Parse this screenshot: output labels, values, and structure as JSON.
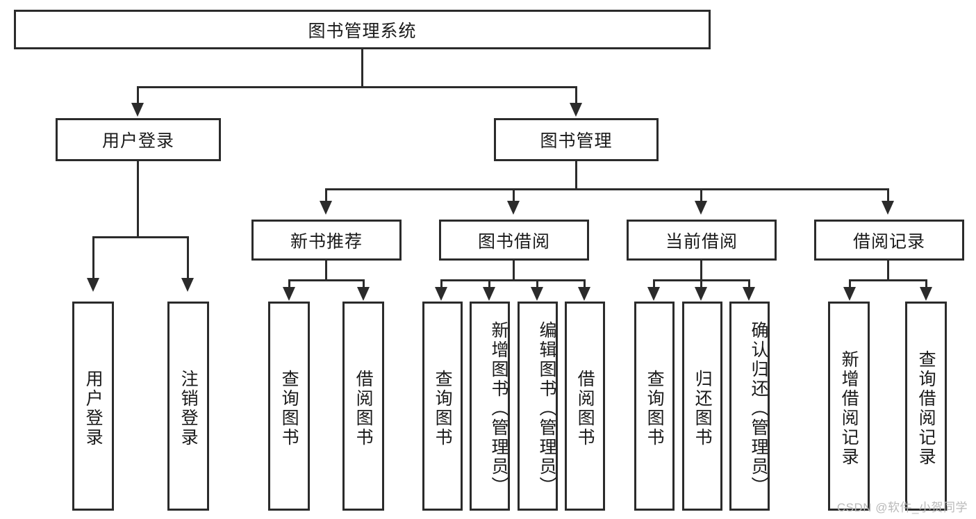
{
  "diagram": {
    "type": "tree-hierarchy",
    "title": "图书管理系统",
    "root": {
      "label": "图书管理系统"
    },
    "level2": [
      {
        "id": "user-login",
        "label": "用户登录"
      },
      {
        "id": "book-manage",
        "label": "图书管理"
      }
    ],
    "level3": [
      {
        "id": "new-book-recommend",
        "label": "新书推荐",
        "parent": "book-manage"
      },
      {
        "id": "book-borrow",
        "label": "图书借阅",
        "parent": "book-manage"
      },
      {
        "id": "current-borrow",
        "label": "当前借阅",
        "parent": "book-manage"
      },
      {
        "id": "borrow-record",
        "label": "借阅记录",
        "parent": "book-manage"
      }
    ],
    "leaves": {
      "user-login": [
        {
          "id": "leaf-user-login",
          "label": "用户登录"
        },
        {
          "id": "leaf-logout-login",
          "label": "注销登录"
        }
      ],
      "new-book-recommend": [
        {
          "id": "leaf-query-book-1",
          "label": "查询图书"
        },
        {
          "id": "leaf-borrow-book-1",
          "label": "借阅图书"
        }
      ],
      "book-borrow": [
        {
          "id": "leaf-query-book-2",
          "label": "查询图书"
        },
        {
          "id": "leaf-add-book",
          "label": "新增图书（管理员）"
        },
        {
          "id": "leaf-edit-book",
          "label": "编辑图书（管理员）"
        },
        {
          "id": "leaf-borrow-book-2",
          "label": "借阅图书"
        }
      ],
      "current-borrow": [
        {
          "id": "leaf-query-book-3",
          "label": "查询图书"
        },
        {
          "id": "leaf-return-book",
          "label": "归还图书"
        },
        {
          "id": "leaf-confirm-return",
          "label": "确认归还（管理员）"
        }
      ],
      "borrow-record": [
        {
          "id": "leaf-add-record",
          "label": "新增借阅记录"
        },
        {
          "id": "leaf-query-record",
          "label": "查询借阅记录"
        }
      ]
    },
    "colors": {
      "stroke": "#2b2b2b",
      "fill": "#ffffff",
      "text": "#1a1a1a",
      "watermark": "#b9b9b9"
    }
  },
  "watermark": {
    "text": "CSDN @软件_小贺同学"
  }
}
